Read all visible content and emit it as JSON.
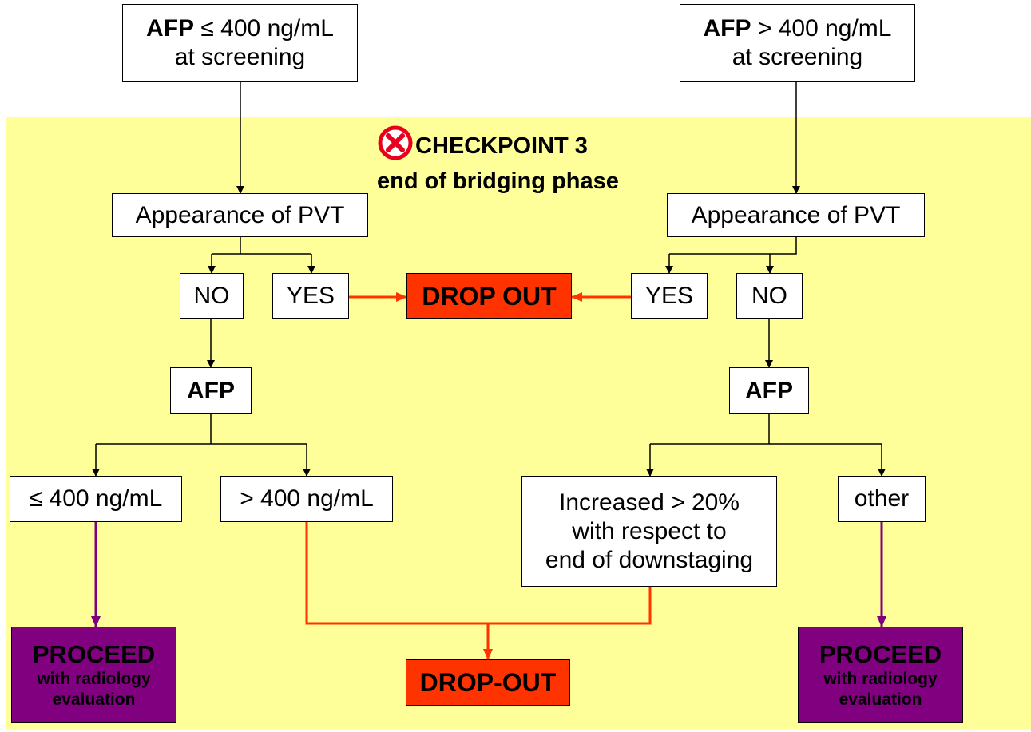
{
  "top_left": {
    "bold": "AFP",
    "rest": "≤ 400 ng/mL",
    "line2": "at screening"
  },
  "top_right": {
    "bold": "AFP",
    "rest": "> 400 ng/mL",
    "line2": "at screening"
  },
  "checkpoint": {
    "title": "CHECKPOINT 3",
    "subtitle": "end of bridging phase"
  },
  "left_branch": {
    "pvt": "Appearance of PVT",
    "no": "NO",
    "yes": "YES",
    "afp": "AFP",
    "low": "≤ 400 ng/mL",
    "high": "> 400 ng/mL",
    "proceed": {
      "title": "PROCEED",
      "line2": "with radiology",
      "line3": "evaluation"
    }
  },
  "right_branch": {
    "pvt": "Appearance of PVT",
    "yes": "YES",
    "no": "NO",
    "afp": "AFP",
    "increased": {
      "line1": "Increased > 20%",
      "line2": "with respect to",
      "line3": "end of downstaging"
    },
    "other": "other",
    "proceed": {
      "title": "PROCEED",
      "line2": "with radiology",
      "line3": "evaluation"
    }
  },
  "drop_out_top": "DROP OUT",
  "drop_out_bottom": "DROP-OUT",
  "colors": {
    "panel": "#ffff99",
    "drop": "#ff3300",
    "proceed": "#800080",
    "arrow_red": "#ff3300",
    "arrow_purple": "#800080"
  },
  "icons": {
    "checkpoint": "cross-circle-icon"
  }
}
